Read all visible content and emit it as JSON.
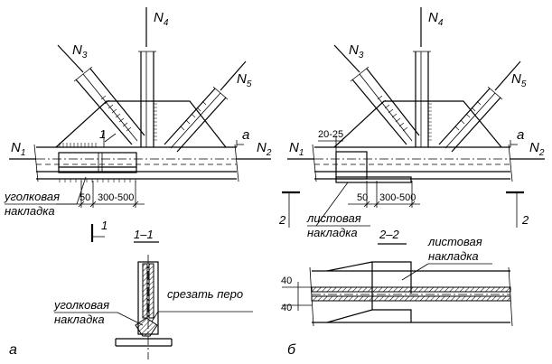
{
  "forces": {
    "n1": {
      "main": "N",
      "sub": "1"
    },
    "n2": {
      "main": "N",
      "sub": "2"
    },
    "n3": {
      "main": "N",
      "sub": "3"
    },
    "n4": {
      "main": "N",
      "sub": "4"
    },
    "n5": {
      "main": "N",
      "sub": "5"
    }
  },
  "panel_a": {
    "letter": "а",
    "section_tag": "a",
    "cut_mark": "1",
    "cut_mark_small": "1",
    "cut_mark_lower": "1",
    "dim_gap": "50",
    "dim_splice": "300-500",
    "splice_label": [
      "уголковая",
      "накладка"
    ],
    "section_title": "1–1",
    "section_splice_label": [
      "уголковая",
      "накладка"
    ],
    "trim_label": "срезать перо"
  },
  "panel_b": {
    "letter": "б",
    "section_tag": "a",
    "dim_gap_top": "20-25",
    "dim_gap": "50",
    "dim_splice": "300-500",
    "splice_label": [
      "листовая",
      "накладка"
    ],
    "cut_mark_left": "2",
    "cut_mark_right": "2",
    "section_title": "2–2",
    "section_splice_label": [
      "листовая",
      "накладка"
    ],
    "dim_40_top": "40",
    "dim_40_bottom": "40"
  }
}
